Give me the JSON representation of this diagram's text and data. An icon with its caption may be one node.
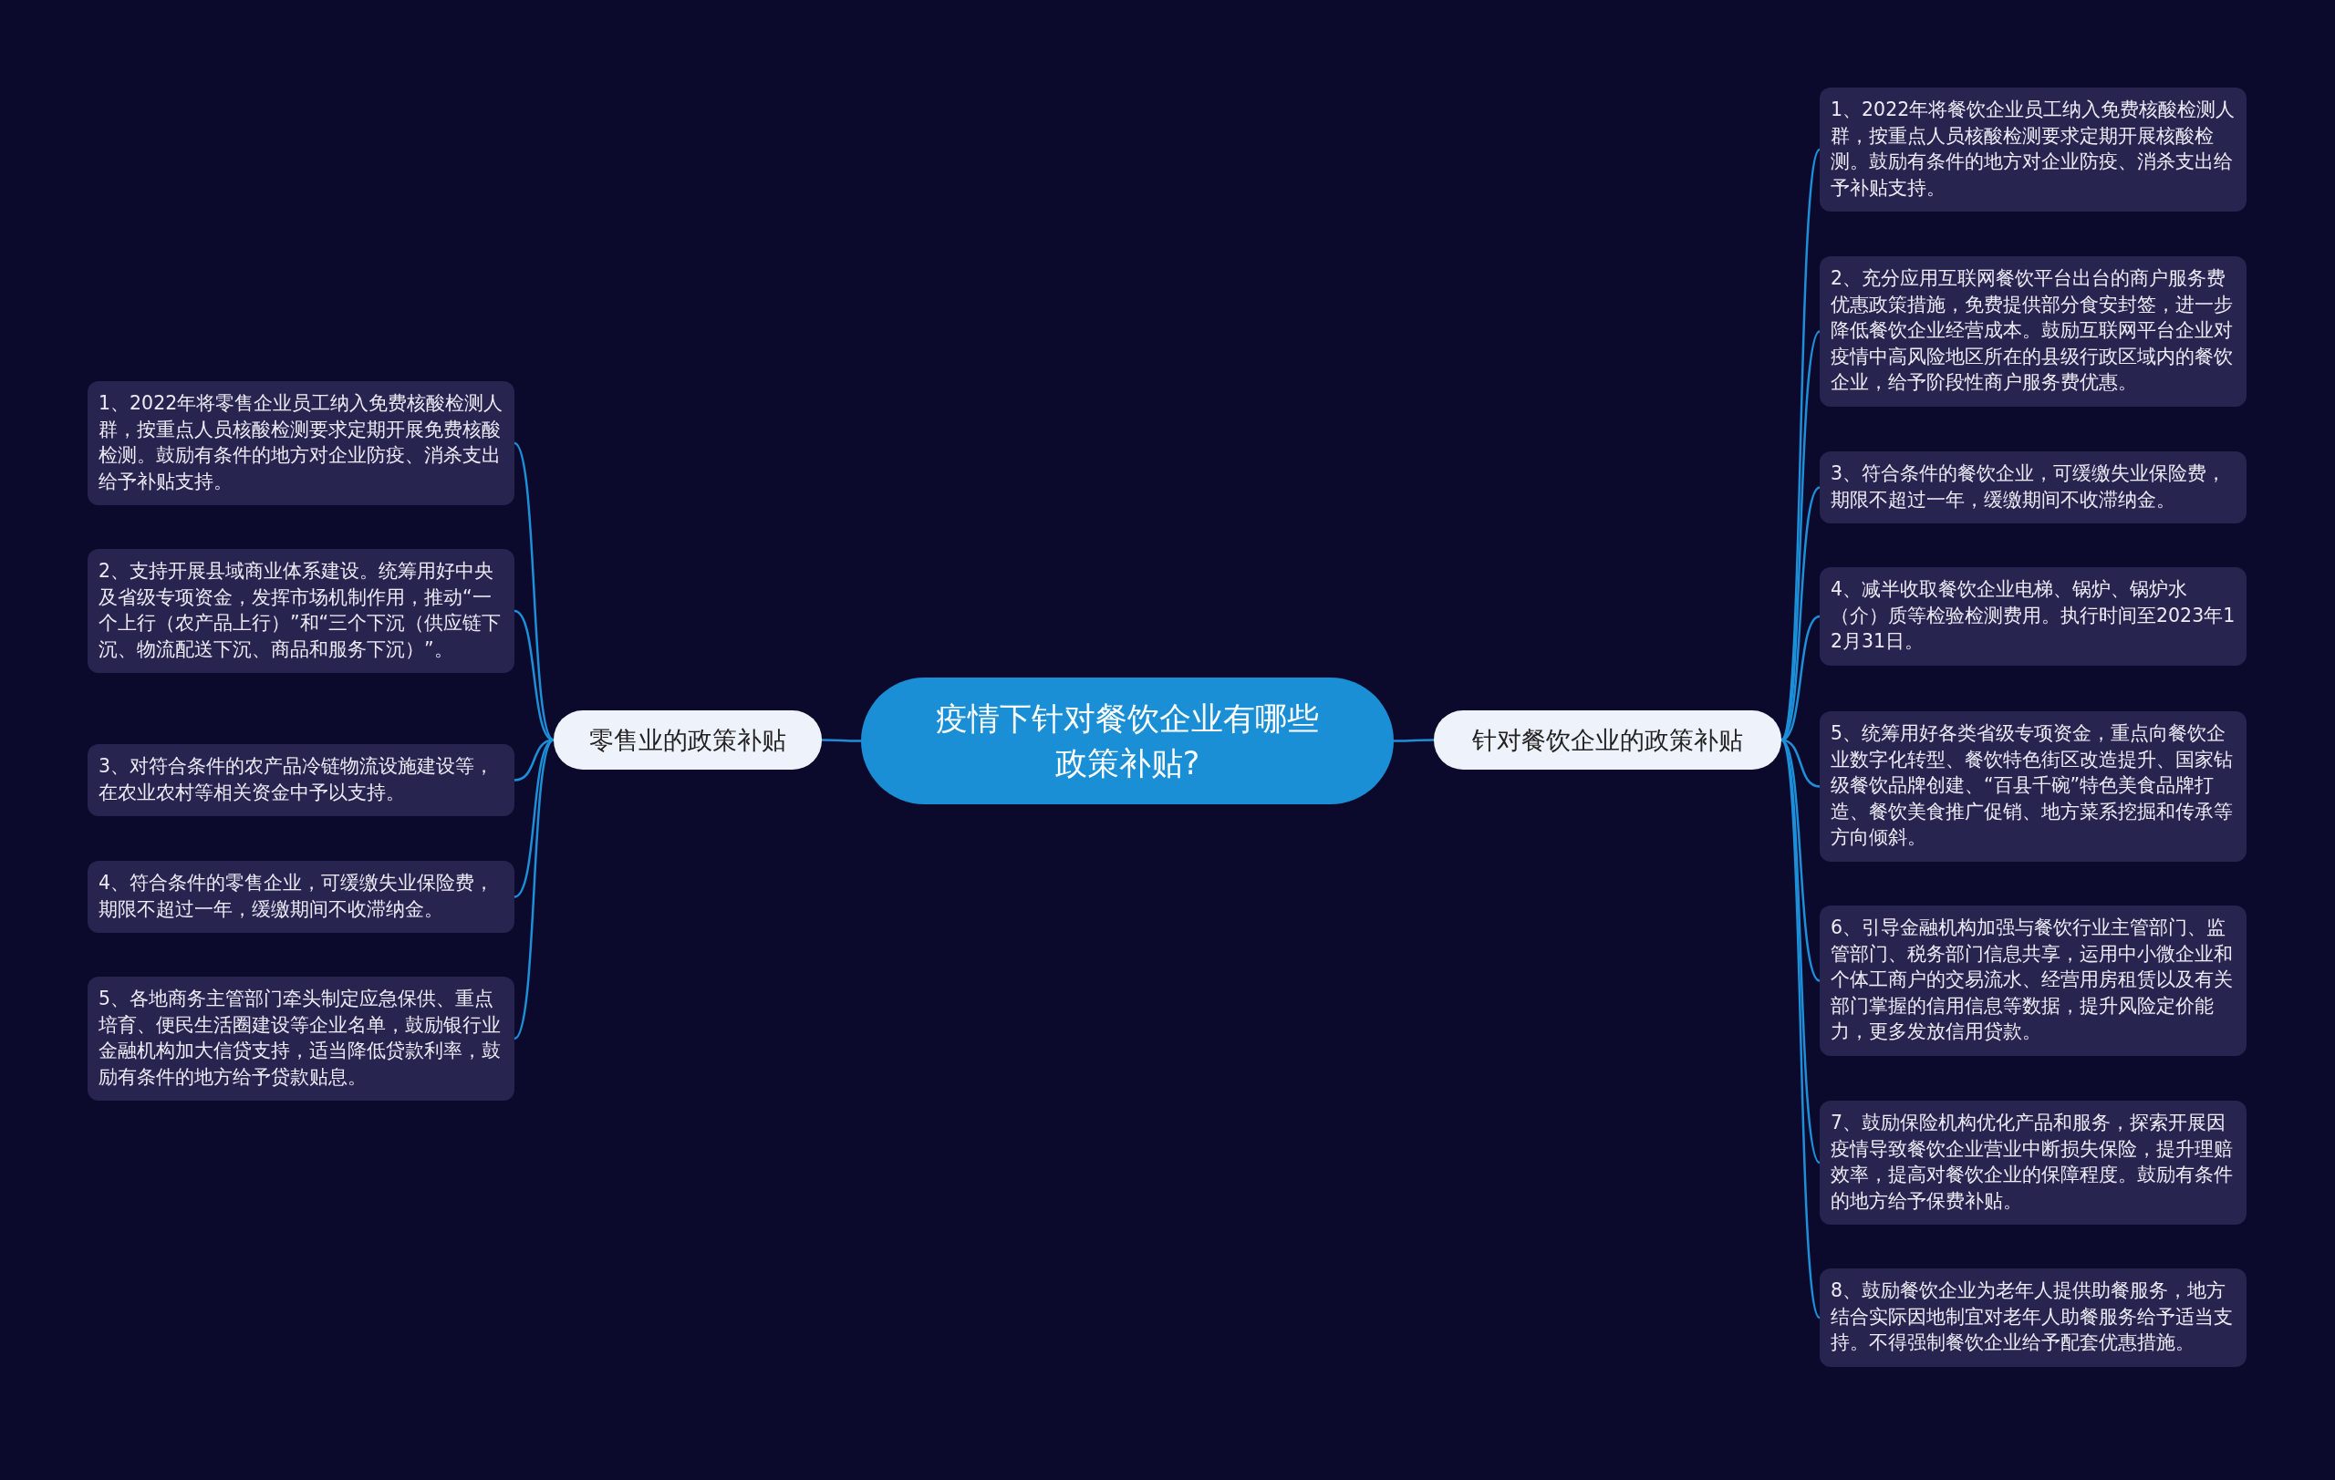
{
  "diagram": {
    "nodes": [
      {
        "text": [
          "疫情下针对餐饮企业有哪些政策补贴?"
        ]
      },
      {
        "text": [
          "零售业的政策补贴"
        ]
      },
      {
        "text": [
          "1、2022年将零售企业员工纳入免费核酸检测人群，按重点人员核酸检测要求定期开展免费核酸检测。鼓励有条件的地方对企业防疫、消杀支出给予补贴支持。"
        ]
      },
      {
        "text": [
          "2、支持开展县域商业体系建设。统筹用好中央及省级专项资金，发挥市场机制作用，推动“一个上行（农产品上行）”和“三个下沉（供应链下沉、物流配送下沉、商品和服务下沉）”。"
        ]
      },
      {
        "text": [
          "3、对符合条件的农产品冷链物流设施建设等，在农业农村等相关资金中予以支持。"
        ]
      },
      {
        "text": [
          "4、符合条件的零售企业，可缓缴失业保险费，期限不超过一年，缓缴期间不收滞纳金。"
        ]
      },
      {
        "text": [
          "5、各地商务主管部门牵头制定应急保供、重点培育、便民生活圈建设等企业名单，鼓励银行业金融机构加大信贷支持，适当降低贷款利率，鼓励有条件的地方给予贷款贴息。"
        ]
      },
      {
        "text": [
          "针对餐饮企业的政策补贴"
        ]
      },
      {
        "text": [
          "1、2022年将餐饮企业员工纳入免费核酸检测人群，按重点人员核酸检测要求定期开展核酸检测。鼓励有条件的地方对企业防疫、消杀支出给予补贴支持。"
        ]
      },
      {
        "text": [
          "2、充分应用互联网餐饮平台出台的商户服务费优惠政策措施，免费提供部分食安封签，进一步降低餐饮企业经营成本。鼓励互联网平台企业对疫情中高风险地区所在的县级行政区域内的餐饮企业，给予阶段性商户服务费优惠。"
        ]
      },
      {
        "text": [
          "3、符合条件的餐饮企业，可缓缴失业保险费，期限不超过一年，缓缴期间不收滞纳金。"
        ]
      },
      {
        "text": [
          "4、减半收取餐饮企业电梯、锅炉、锅炉水（介）质等检验检测费用。执行时间至2023年12月31日。"
        ]
      },
      {
        "text": [
          "5、统筹用好各类省级专项资金，重点向餐饮企业数字化转型、餐饮特色街区改造提升、国家钻级餐饮品牌创建、“百县千碗”特色美食品牌打造、餐饮美食推广促销、地方菜系挖掘和传承等方向倾斜。"
        ]
      },
      {
        "text": [
          "6、引导金融机构加强与餐饮行业主管部门、监管部门、税务部门信息共享，运用中小微企业和个体工商户的交易流水、经营用房租赁以及有关部门掌握的信用信息等数据，提升风险定价能力，更多发放信用贷款。"
        ]
      },
      {
        "text": [
          "7、鼓励保险机构优化产品和服务，探索开展因疫情导致餐饮企业营业中断损失保险，提升理赔效率，提高对餐饮企业的保障程度。鼓励有条件的地方给予保费补贴。"
        ]
      },
      {
        "text": [
          "8、鼓励餐饮企业为老年人提供助餐服务，地方结合实际因地制宜对老年人助餐服务给予适当支持。不得强制餐饮企业给予配套优惠措施。"
        ]
      }
    ],
    "edges": [
      {
        "from": 0,
        "to": 1,
        "arrow": "none"
      },
      {
        "from": 1,
        "to": 2,
        "arrow": "none"
      },
      {
        "from": 1,
        "to": 3,
        "arrow": "none"
      },
      {
        "from": 1,
        "to": 4,
        "arrow": "none"
      },
      {
        "from": 1,
        "to": 5,
        "arrow": "none"
      },
      {
        "from": 1,
        "to": 6,
        "arrow": "none"
      },
      {
        "from": 0,
        "to": 7,
        "arrow": "none"
      },
      {
        "from": 7,
        "to": 8,
        "arrow": "none"
      },
      {
        "from": 7,
        "to": 9,
        "arrow": "none"
      },
      {
        "from": 7,
        "to": 10,
        "arrow": "none"
      },
      {
        "from": 7,
        "to": 11,
        "arrow": "none"
      },
      {
        "from": 7,
        "to": 12,
        "arrow": "none"
      },
      {
        "from": 7,
        "to": 13,
        "arrow": "none"
      },
      {
        "from": 7,
        "to": 14,
        "arrow": "none"
      },
      {
        "from": 7,
        "to": 15,
        "arrow": "none"
      }
    ]
  }
}
